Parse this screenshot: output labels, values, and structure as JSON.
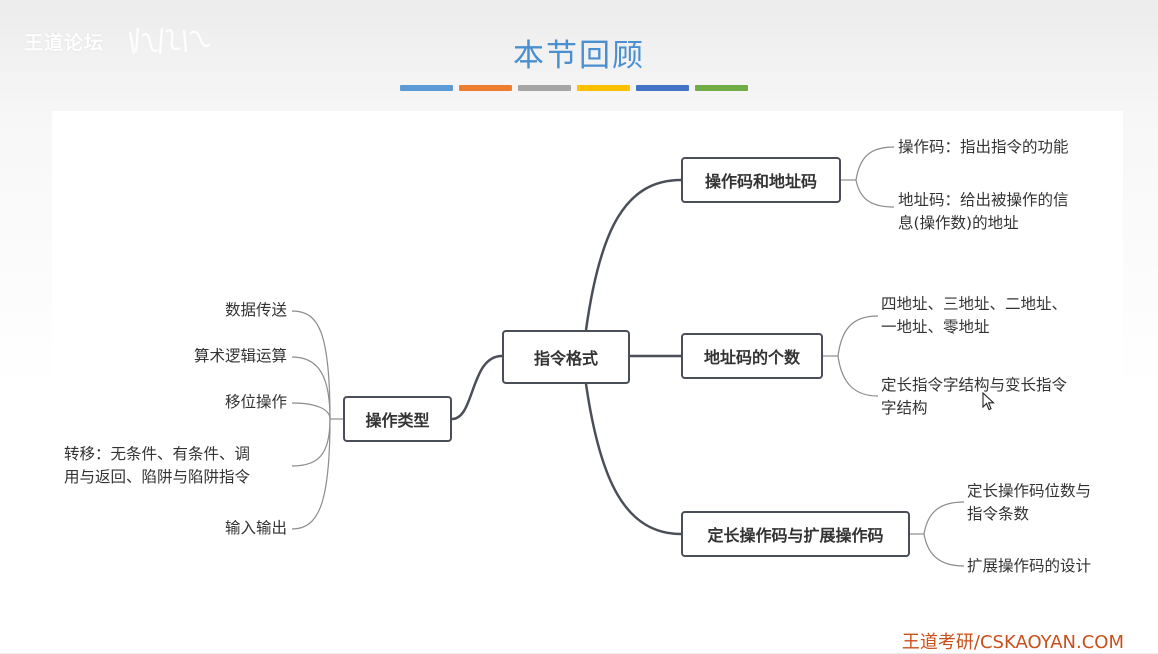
{
  "watermark": "王道论坛",
  "title": "本节回顾",
  "accent_bar_colors": [
    "#5b9bd5",
    "#ed7d31",
    "#a5a5a5",
    "#ffc000",
    "#4472c4",
    "#70ad47"
  ],
  "mindmap": {
    "center": "指令格式",
    "left_branch": {
      "label": "操作类型",
      "items": [
        "数据传送",
        "算术逻辑运算",
        "移位操作",
        "转移：无条件、有条件、调",
        "用与返回、陷阱与陷阱指令",
        "输入输出"
      ]
    },
    "right_branches": [
      {
        "label": "操作码和地址码",
        "items": [
          "操作码：指出指令的功能",
          "地址码：给出被操作的信",
          "息(操作数)的地址"
        ]
      },
      {
        "label": "地址码的个数",
        "items": [
          "四地址、三地址、二地址、",
          "一地址、零地址",
          "定长指令字结构与变长指令",
          "字结构"
        ]
      },
      {
        "label": "定长操作码与扩展操作码",
        "items": [
          "定长操作码位数与",
          "指令条数",
          "扩展操作码的设计"
        ]
      }
    ]
  },
  "footer": "王道考研/CSKAOYAN.COM",
  "colors": {
    "title": "#4a8fd0",
    "node_border": "#4a4f57",
    "connector": "#4a4f57",
    "leaf_connector": "#8c8c8c",
    "footer": "#c8501c"
  },
  "icons": [
    "mouse-cursor-icon"
  ]
}
